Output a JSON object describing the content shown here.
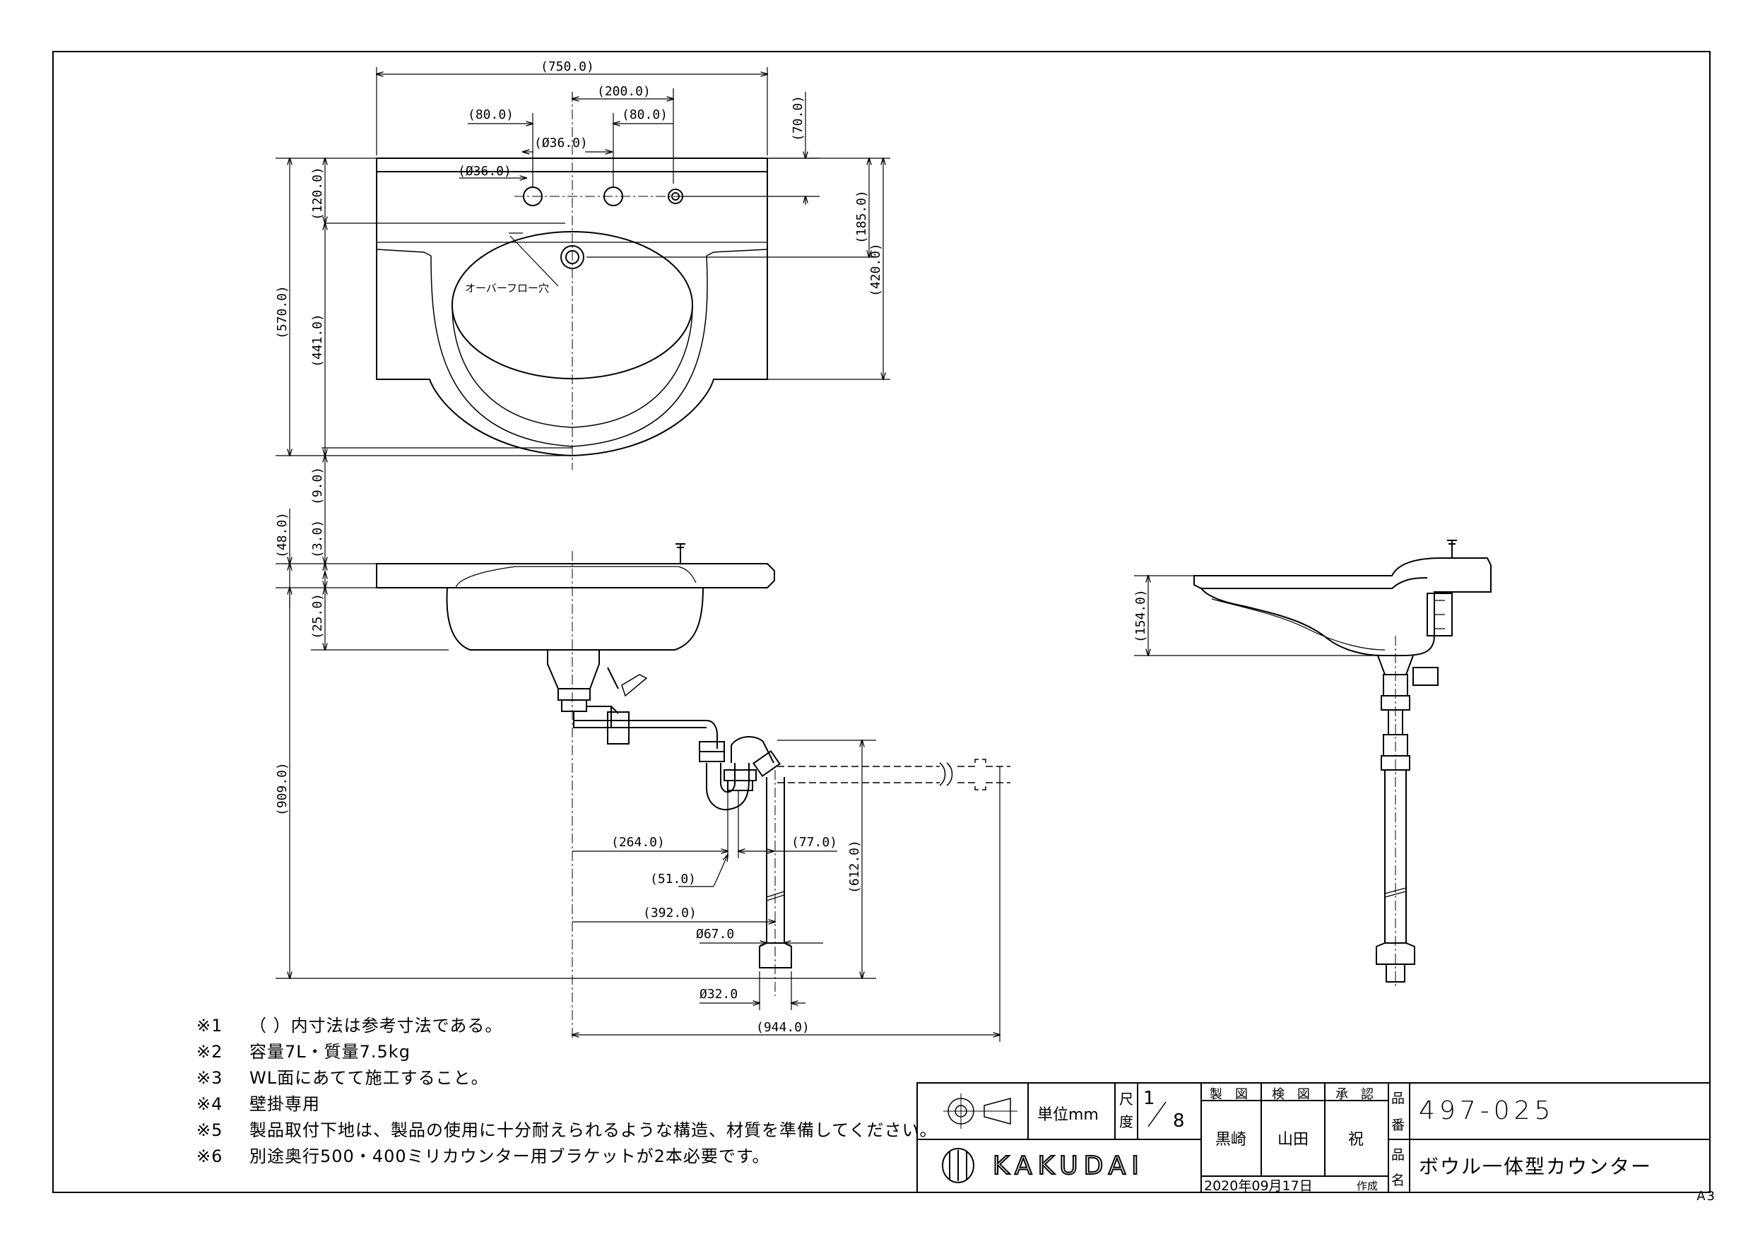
{
  "dimensions": {
    "top_width": "(750.0)",
    "faucet_span": "(200.0)",
    "left_hole_offset": "(80.0)",
    "right_hole_offset": "(80.0)",
    "hole_dia_top": "(Ø36.0)",
    "hole_dia_left": "(Ø36.0)",
    "hole_to_back": "(70.0)",
    "overflow_depth": "(185.0)",
    "basin_depth": "(420.0)",
    "front_edge": "(120.0)",
    "total_depth": "(570.0)",
    "bowl_depth": "(441.0)",
    "rim_overhang": "(9.0)",
    "top_thickness": "(48.0)",
    "rim_thickness": "(3.0)",
    "bowl_height": "(25.0)",
    "floor_height": "(909.0)",
    "trap_offset": "(264.0)",
    "trap_to_pipe": "(77.0)",
    "trap_gap": "(51.0)",
    "drain_height": "(612.0)",
    "drain_offset": "(392.0)",
    "drain_dia": "Ø67.0",
    "pipe_dia": "Ø32.0",
    "total_width": "(944.0)",
    "side_height": "(154.0)"
  },
  "labels": {
    "overflow_hole": "オーバーフロー穴"
  },
  "notes": [
    {
      "num": "※1",
      "text": "（ ）内寸法は参考寸法である。"
    },
    {
      "num": "※2",
      "text": "容量7L・質量7.5kg"
    },
    {
      "num": "※3",
      "text": "WL面にあてて施工すること。"
    },
    {
      "num": "※4",
      "text": "壁掛専用"
    },
    {
      "num": "※5",
      "text": "製品取付下地は、製品の使用に十分耐えられるような構造、材質を準備してください。"
    },
    {
      "num": "※6",
      "text": "別途奥行500・400ミリカウンター用ブラケットが2本必要です。"
    }
  ],
  "title_block": {
    "unit_label": "単位mm",
    "scale_label_1": "尺",
    "scale_label_2": "度",
    "scale_num": "1",
    "scale_den": "8",
    "drawn_label": "製　図",
    "checked_label": "検　図",
    "approved_label": "承　認",
    "drawn_by": "黒崎",
    "checked_by": "山田",
    "approved_by": "祝",
    "date": "2020年09月17日",
    "created_label": "作成",
    "part_no_label_1": "品",
    "part_no_label_2": "番",
    "part_name_label_1": "品",
    "part_name_label_2": "名",
    "part_no": "497-025",
    "part_name": "ボウル一体型カウンター",
    "brand": "KAKUDAI"
  },
  "sheet_size": "A3"
}
